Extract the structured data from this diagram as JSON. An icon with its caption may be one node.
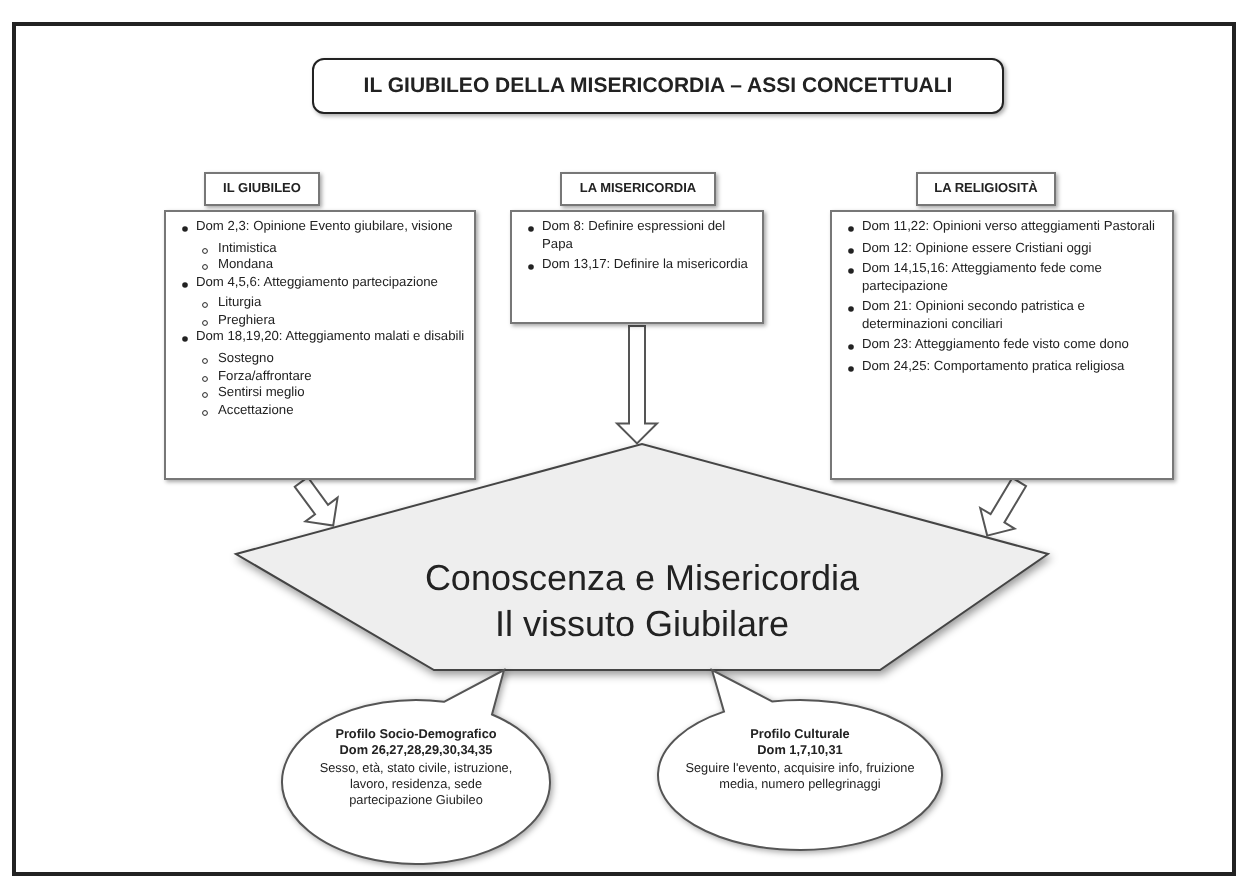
{
  "diagram": {
    "nodes": [
      {
        "text": [
          "IL GIUBILEO DELLA MISERICORDIA – ASSI CONCETTUALI"
        ]
      },
      {
        "text": [
          "IL GIUBILEO"
        ]
      },
      {
        "text": [
          "Dom 2,3: Opinione Evento giubilare, visione",
          "Intimistica",
          "Mondana",
          "Dom 4,5,6: Atteggiamento partecipazione",
          "Liturgia",
          "Preghiera",
          "Dom 18,19,20: Atteggiamento malati e disabili",
          "Sostegno",
          "Forza/affrontare",
          "Sentirsi meglio",
          "Accettazione"
        ]
      },
      {
        "text": [
          "LA MISERICORDIA"
        ]
      },
      {
        "text": [
          "Dom 8: Definire espressioni del Papa",
          "Dom 13,17: Definire la misericordia"
        ]
      },
      {
        "text": [
          "LA RELIGIOSITÀ"
        ]
      },
      {
        "text": [
          "Dom 11,22: Opinioni verso atteggiamenti Pastorali",
          "Dom 12: Opinione essere Cristiani oggi",
          "Dom 14,15,16: Atteggiamento fede come partecipazione",
          "Dom 21: Opinioni secondo patristica e determinazioni conciliari",
          "Dom 23: Atteggiamento fede visto come dono",
          "Dom 24,25: Comportamento pratica religiosa"
        ]
      },
      {
        "text": [
          "Conoscenza e Misericordia",
          "Il vissuto Giubilare"
        ]
      },
      {
        "text": [
          "Profilo Socio-Demografico",
          "Dom 26,27,28,29,30,34,35",
          "Sesso, età, stato civile, istruzione, lavoro, residenza, sede partecipazione Giubileo"
        ]
      },
      {
        "text": [
          "Profilo Culturale",
          "Dom 1,7,10,31",
          "Seguire l'evento, acquisire info, fruizione media, numero pellegrinaggi"
        ]
      }
    ],
    "edges": [
      {
        "from": 2,
        "to": 7,
        "arrow": "to"
      },
      {
        "from": 4,
        "to": 7,
        "arrow": "to"
      },
      {
        "from": 6,
        "to": 7,
        "arrow": "to"
      }
    ]
  }
}
